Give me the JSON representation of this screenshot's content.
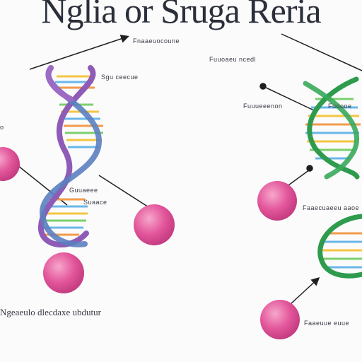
{
  "title": "Nglia or Sruga Reria",
  "labels": {
    "top_center": "Fnaaeuocoune",
    "top_right": "Fuuoaeu ncedl",
    "left_mid_a": "Sgu ceecue",
    "left_edge": "o",
    "left_mid_b": "Guuaeee",
    "left_mid_c": "Suaace",
    "right_mid_left": "Fuuueeenon",
    "right_mid_right": "Fuoooe",
    "right_mid_b": "Faaecuaeeu aaoe",
    "bottom_left": "Ngeaeulo dlecdaxe ubdutur",
    "bottom_right": "Faaeuue euue"
  },
  "colors": {
    "purple_strand": "#8e5bb6",
    "blue_strand": "#5b7fc0",
    "green_strand": "#2e9b4d",
    "sphere": "#e2559a",
    "rung_yellow": "#f5c542",
    "rung_blue": "#6ab7e8",
    "rung_green": "#7ccf6c",
    "rung_orange": "#f29b4b",
    "line": "#1f1f1f"
  }
}
